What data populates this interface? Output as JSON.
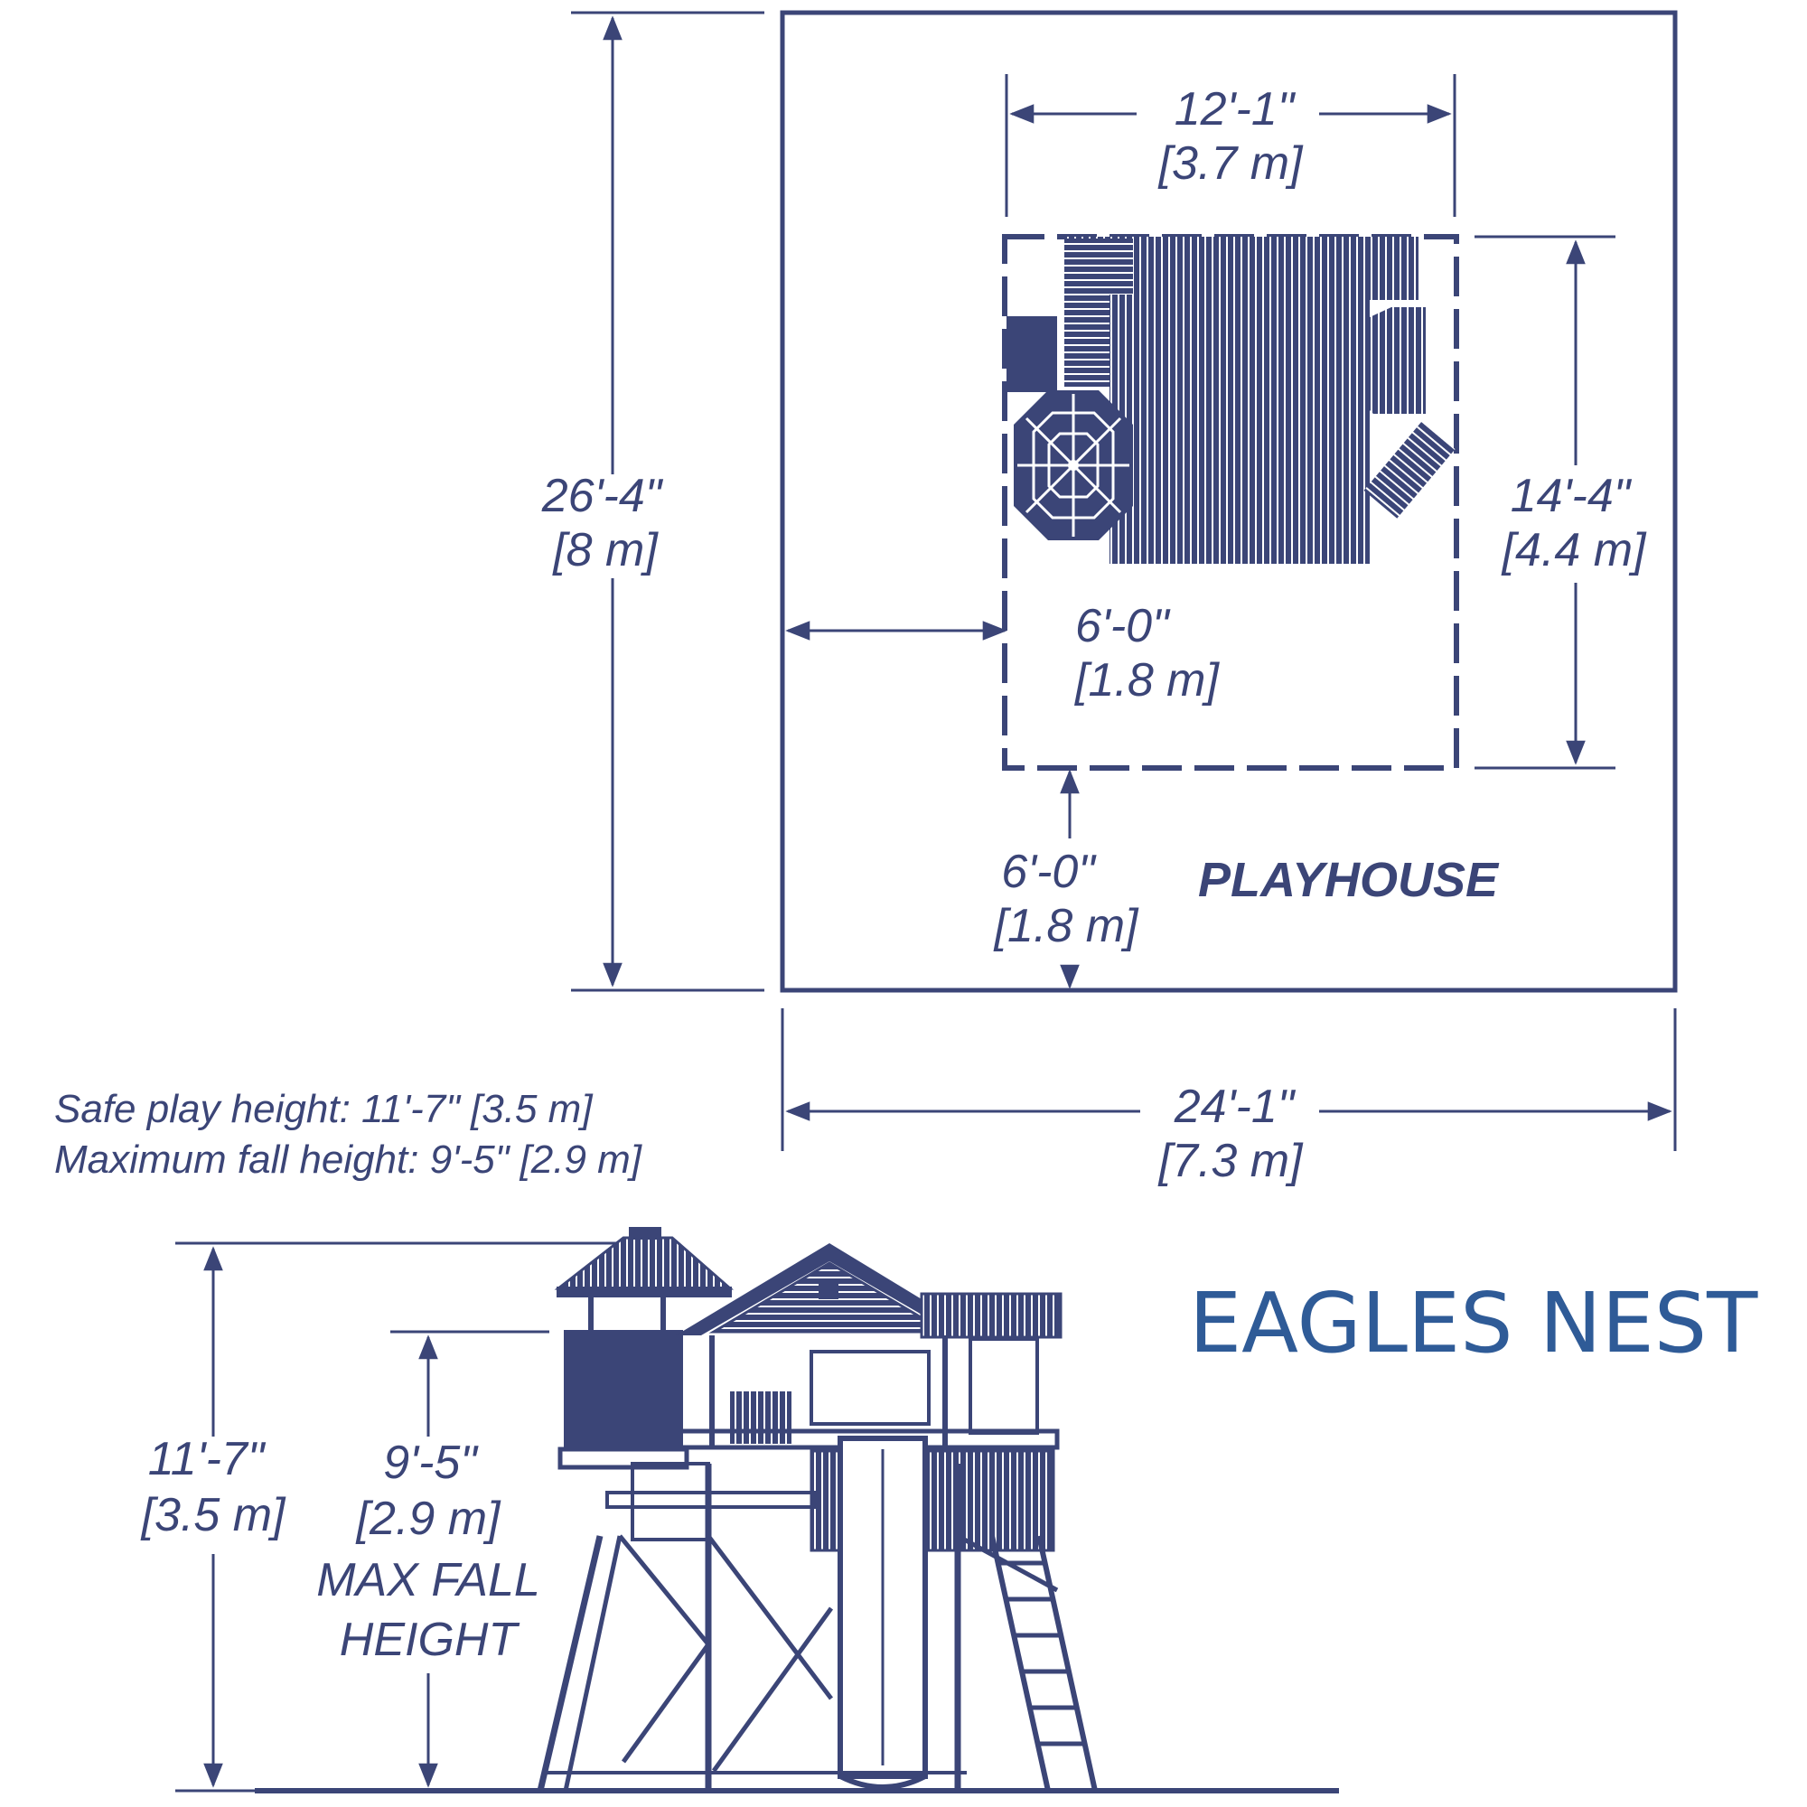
{
  "colors": {
    "ink": "#3b4577",
    "brand": "#2f5b97",
    "background": "#ffffff"
  },
  "plan": {
    "overall_height": {
      "imperial": "26'-4\"",
      "metric": "[8 m]"
    },
    "overall_width": {
      "imperial": "24'-1\"",
      "metric": "[7.3 m]"
    },
    "structure_width": {
      "imperial": "12'-1\"",
      "metric": "[3.7 m]"
    },
    "structure_depth": {
      "imperial": "14'-4\"",
      "metric": "[4.4 m]"
    },
    "side_clearance": {
      "imperial": "6'-0\"",
      "metric": "[1.8 m]"
    },
    "front_clearance": {
      "imperial": "6'-0\"",
      "metric": "[1.8 m]"
    },
    "feature_label": "PLAYHOUSE"
  },
  "notes": {
    "safe_play_height": "Safe play height: 11'-7\" [3.5 m]",
    "max_fall_height": "Maximum fall height: 9'-5\" [2.9 m]"
  },
  "elevation": {
    "total_height": {
      "imperial": "11'-7\"",
      "metric": "[3.5 m]"
    },
    "fall_height": {
      "imperial": "9'-5\"",
      "metric": "[2.9 m]",
      "caption_line1": "MAX FALL",
      "caption_line2": "HEIGHT"
    }
  },
  "product_name": "EAGLES NEST"
}
